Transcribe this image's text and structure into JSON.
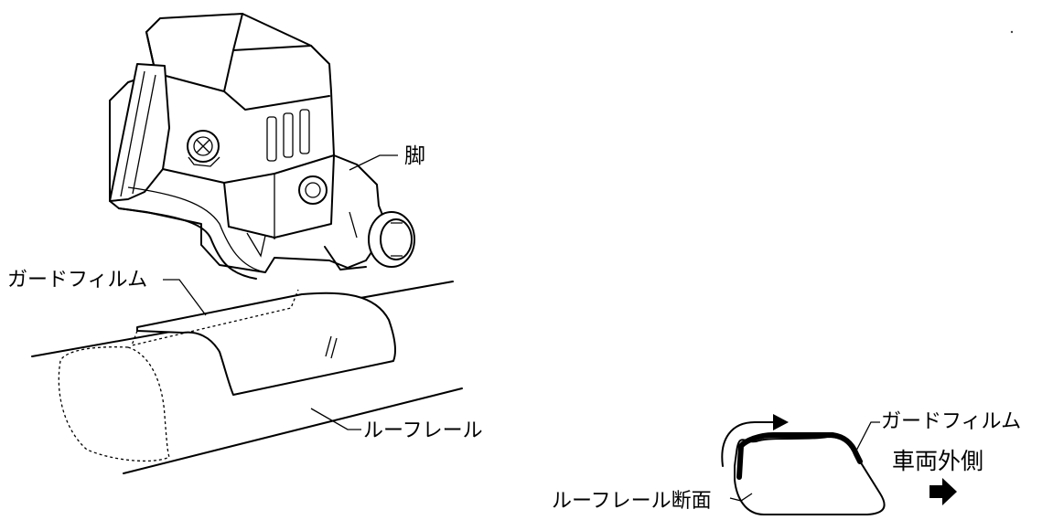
{
  "labels": {
    "leg": "脚",
    "guard_film_left": "ガードフィルム",
    "roof_rail": "ルーフレール",
    "guard_film_right": "ガードフィルム",
    "vehicle_outside": "車両外側",
    "roof_rail_section": "ルーフレール断面"
  },
  "icons": {
    "direction_arrow": "right-arrow-icon"
  }
}
